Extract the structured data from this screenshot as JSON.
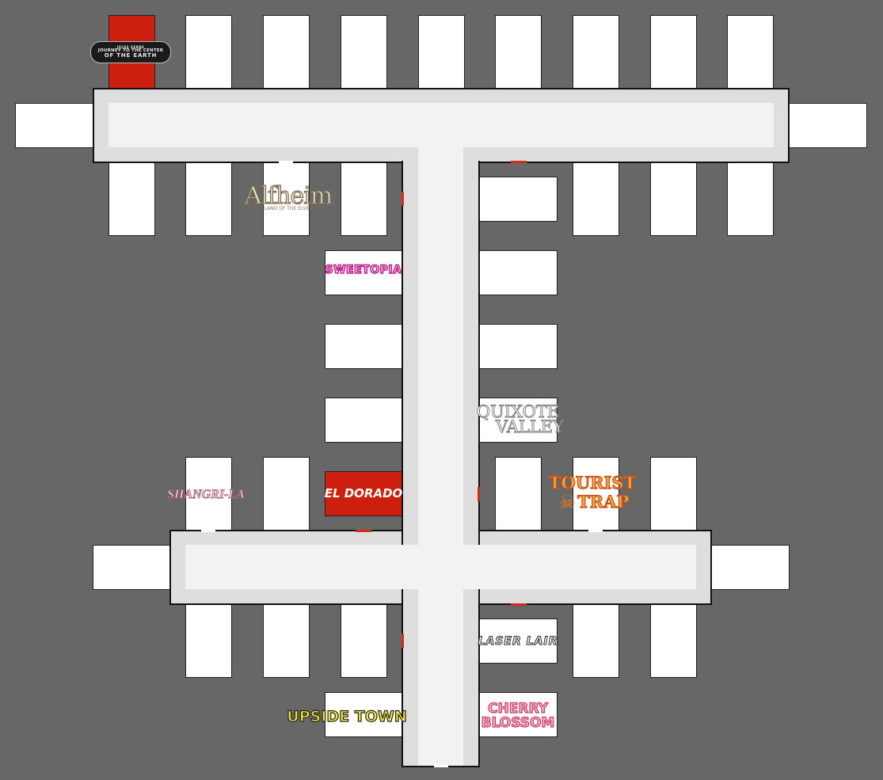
{
  "map": {
    "background_color": "#676767",
    "plot_color": "#ffffff",
    "owned_plot_color": "#cc1f0e",
    "street_color": "#dedede",
    "lane_color": "#f2f2f2",
    "door_color": "#d62a12"
  },
  "logos": {
    "journey": {
      "line1": "JULES VERNE",
      "line2": "JOURNEY TO THE CENTER",
      "line3": "OF THE EARTH"
    },
    "alfheim": {
      "title": "Alfheim",
      "subtitle": "LAND OF THE ELVES"
    },
    "sweetopia": {
      "title": "SWEETOPIA"
    },
    "quixote": {
      "line1": "QUIXOTE",
      "line2": "VALLEY"
    },
    "shangrila": {
      "title": "SHANGRI-LA"
    },
    "eldorado": {
      "title": "EL DORADO"
    },
    "tourist_trap": {
      "line1": "TOURIST",
      "line2": "TRAP",
      "icon": "skull-crossbones-icon"
    },
    "laser_lair": {
      "title": "LASER LAIR"
    },
    "upside_town": {
      "title": "UPSIDE TOWN"
    },
    "cherry_blossom": {
      "line1": "CHERRY",
      "line2": "BLOSSOM"
    }
  }
}
